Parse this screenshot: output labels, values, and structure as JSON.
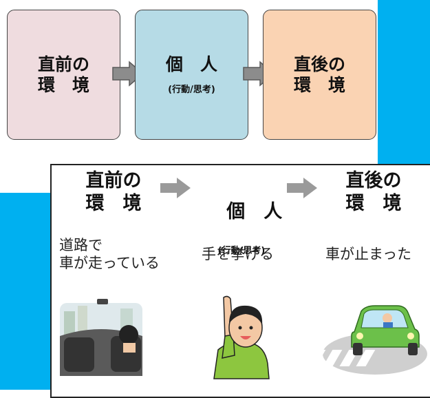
{
  "top_flow": {
    "before": {
      "title": "直前の\n環　境"
    },
    "person": {
      "title": "個　人",
      "sub": "(行動/思考)"
    },
    "after": {
      "title": "直後の\n環　境"
    }
  },
  "panel": {
    "headers": {
      "before": "直前の\n環　境",
      "person": "個　人",
      "person_sub": "(行動/思考)",
      "after": "直後の\n環　境"
    },
    "captions": {
      "before": "道路で\n車が走っている",
      "person": "手を挙げる",
      "after": "車が止まった"
    }
  },
  "colors": {
    "accent_blue": "#00b0f0",
    "before_box": "#efdcdf",
    "person_box": "#b6dbe6",
    "after_box": "#fad3b3",
    "arrow": "#8c8c8c"
  }
}
